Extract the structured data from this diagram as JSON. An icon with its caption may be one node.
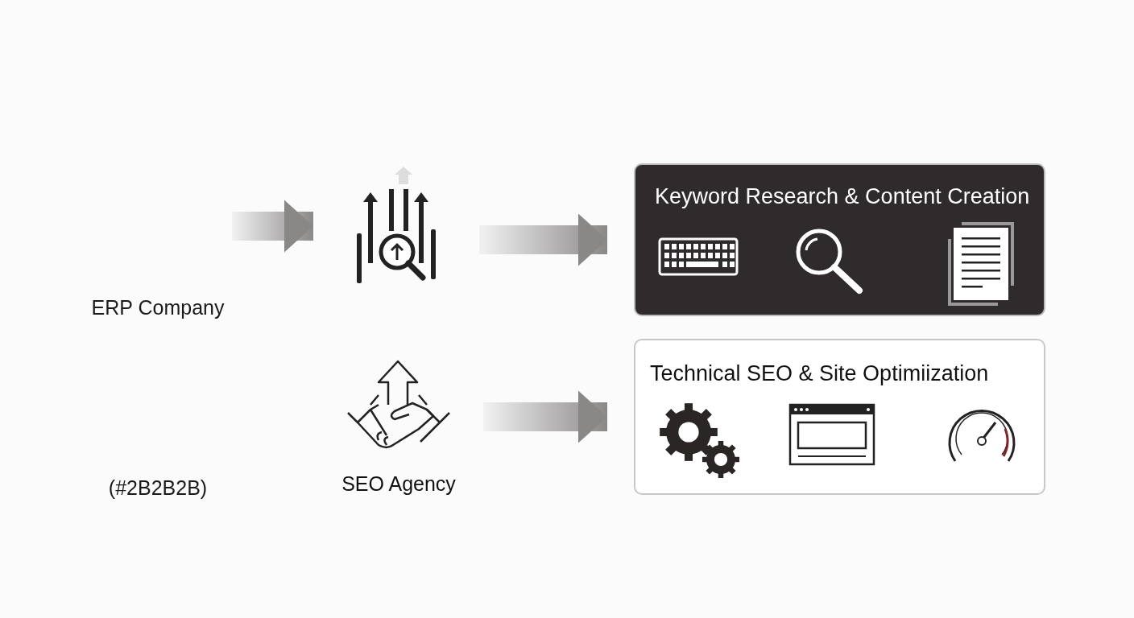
{
  "diagram": {
    "nodes": [
      {
        "text": [],
        "shape": "picture"
      },
      {
        "text": [
          "SEO Agency"
        ]
      },
      {
        "text": [
          "Keyword Research & Content Creation"
        ]
      },
      {
        "text": [
          "Technical SEO & Site Optimiization"
        ]
      }
    ],
    "edges": [
      {
        "from": null,
        "to": 0,
        "arrow": "to",
        "style": "thick"
      },
      {
        "from": 0,
        "to": 2,
        "arrow": "to",
        "style": "thick"
      },
      {
        "from": 1,
        "to": 3,
        "arrow": "to",
        "style": "thick"
      }
    ],
    "labels": [
      "ERP Company",
      "(#2B2B2B)"
    ]
  }
}
